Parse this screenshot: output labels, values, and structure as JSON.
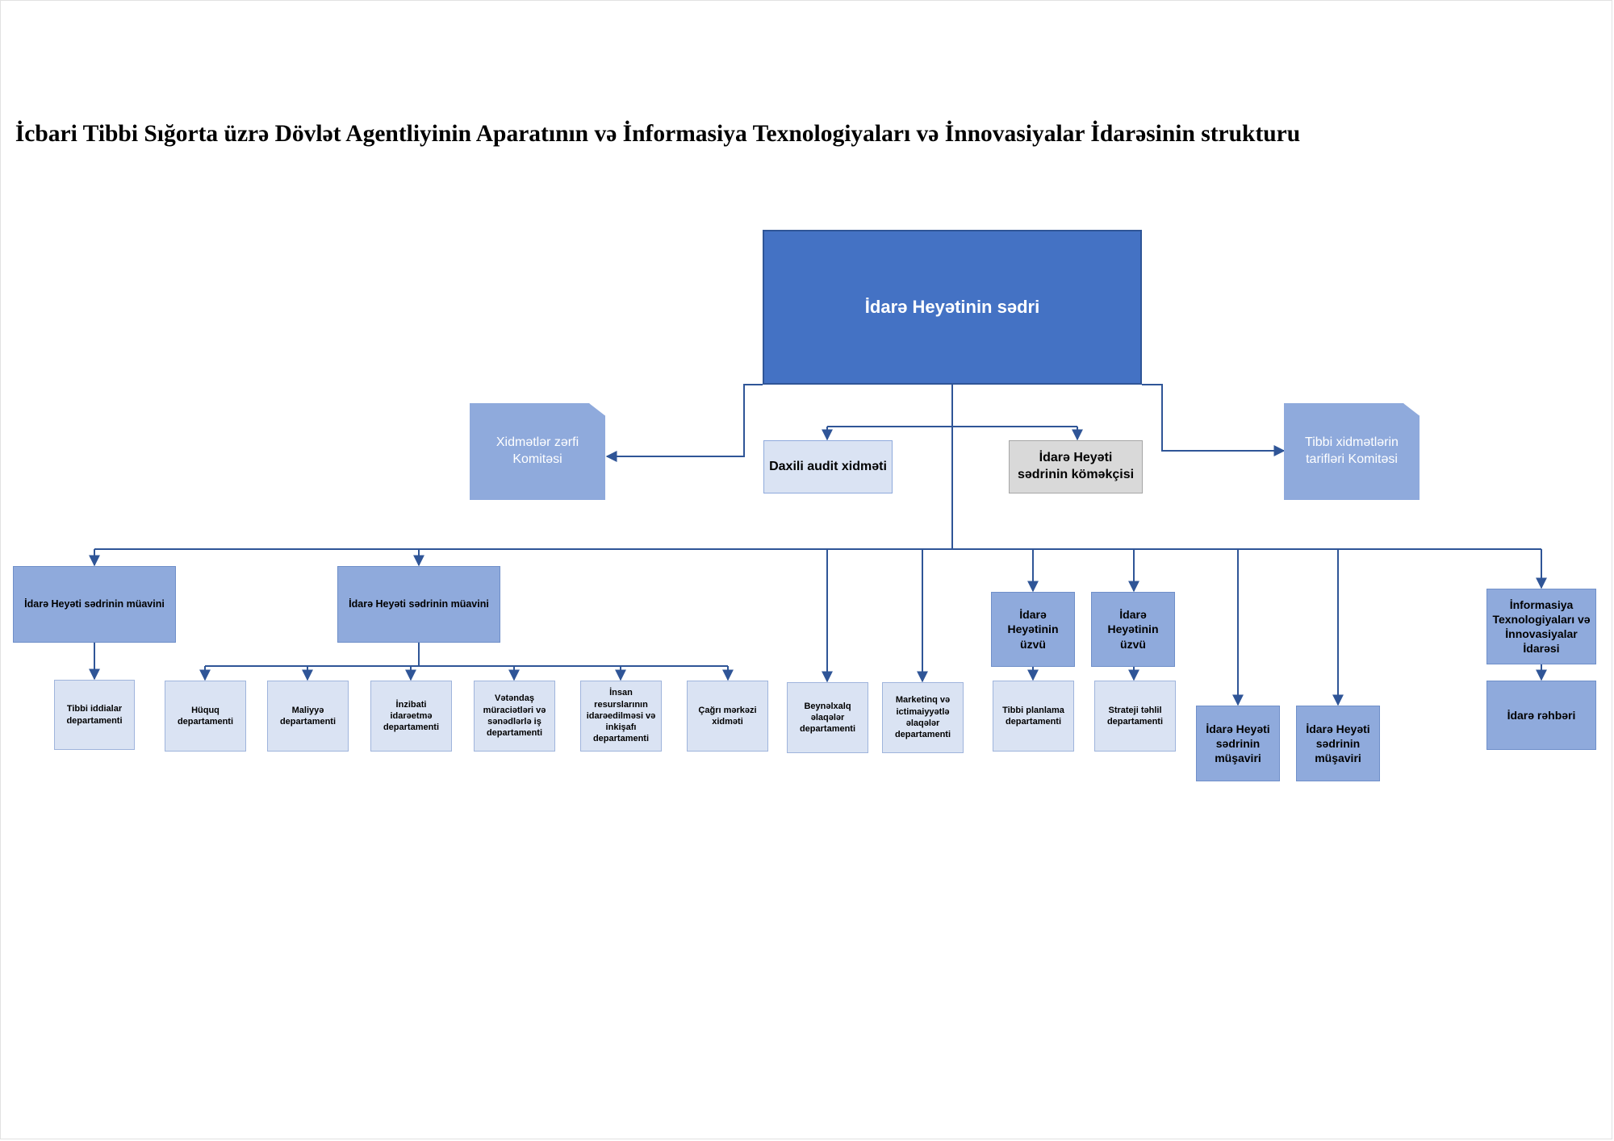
{
  "title": "İcbari Tibbi Sığorta üzrə Dövlət Agentliyinin Aparatının və İnformasiya Texnologiyaları və İnnovasiyalar İdarəsinin strukturu",
  "colors": {
    "chair_fill": "#4472c4",
    "mid_fill": "#8faadc",
    "light_fill": "#dae3f3",
    "assistant_fill": "#d9d9d9",
    "connector": "#2f5597"
  },
  "chair": "İdarə Heyətinin sədri",
  "committees": {
    "left": "Xidmətlər zərfi Komitəsi",
    "right": "Tibbi xidmətlərin tarifləri Komitəsi"
  },
  "audit": "Daxili audit xidməti",
  "assistant": "İdarə Heyəti sədrinin köməkçisi",
  "deputy_1": {
    "label": "İdarə Heyəti sədrinin müavini",
    "departments": [
      "Tibbi iddialar departamenti"
    ]
  },
  "deputy_2": {
    "label": "İdarə Heyəti sədrinin müavini",
    "departments": [
      "Hüquq departamenti",
      "Maliyyə departamenti",
      "İnzibati idarəetmə departamenti",
      "Vətəndaş müraciətləri və sənədlərlə iş departamenti",
      "İnsan resurslarının idarəedilməsi və inkişafı departamenti",
      "Çağrı mərkəzi xidməti"
    ]
  },
  "direct_departments": [
    "Beynəlxalq əlaqələr departamenti",
    "Marketinq və ictimaiyyətlə əlaqələr departamenti"
  ],
  "board_members": [
    {
      "label": "İdarə Heyətinin üzvü",
      "department": "Tibbi planlama departamenti"
    },
    {
      "label": "İdarə Heyətinin üzvü",
      "department": "Strateji təhlil departamenti"
    }
  ],
  "advisors": [
    "İdarə Heyəti sədrinin müşaviri",
    "İdarə Heyəti sədrinin müşaviri"
  ],
  "it_office": {
    "label": "İnformasiya Texnologiyaları və İnnovasiyalar İdarəsi",
    "head": "İdarə rəhbəri"
  }
}
